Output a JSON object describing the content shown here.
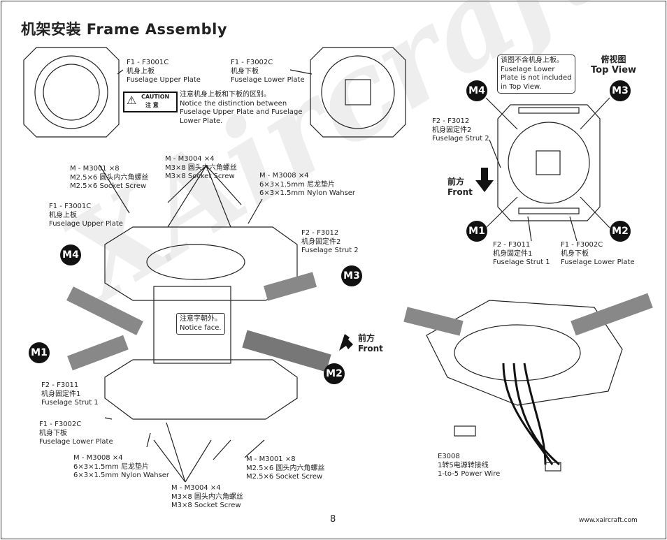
{
  "title": "机架安装  Frame Assembly",
  "watermark": "XAircraft",
  "top": {
    "upper_plate": [
      "F1 - F3001C",
      "机身上板",
      "Fuselage Upper Plate"
    ],
    "lower_plate": [
      "F1 - F3002C",
      "机身下板",
      "Fuselage Lower Plate"
    ],
    "caution_en": "CAUTION",
    "caution_cn": "注  意",
    "caution_text": [
      "注意机身上板和下板的区别。",
      "Notice the distinction between",
      "Fuselage Upper Plate and Fuselage",
      "Lower Plate."
    ]
  },
  "topview": {
    "note": [
      "该图不含机身上板。",
      "Fuselage Lower",
      "Plate is not included",
      "in Top View."
    ],
    "title_cn": "俯视图",
    "title_en": "Top View",
    "strut2": [
      "F2 - F3012",
      "机身固定件2",
      "Fuselage Strut 2"
    ],
    "strut1": [
      "F2 - F3011",
      "机身固定件1",
      "Fuselage Strut 1"
    ],
    "lower": [
      "F1 - F3002C",
      "机身下板",
      "Fuselage Lower Plate"
    ],
    "front_cn": "前方",
    "front_en": "Front"
  },
  "exploded": {
    "m3001_top": [
      "M - M3001  ×8",
      "M2.5×6 圆头内六角螺丝",
      "M2.5×6 Socket Screw"
    ],
    "m3004_top": [
      "M - M3004  ×4",
      "M3×8 圆头内六角螺丝",
      "M3×8 Socket Screw"
    ],
    "m3008_top": [
      "M - M3008  ×4",
      "6×3×1.5mm 尼龙垫片",
      "6×3×1.5mm Nylon Wahser"
    ],
    "upper": [
      "F1 - F3001C",
      "机身上板",
      "Fuselage Upper Plate"
    ],
    "strut2": [
      "F2 - F3012",
      "机身固定件2",
      "Fuselage Strut 2"
    ],
    "notice": [
      "注意字朝外。",
      "Notice face."
    ],
    "front_cn": "前方",
    "front_en": "Front",
    "strut1": [
      "F2 - F3011",
      "机身固定件1",
      "Fuselage Strut 1"
    ],
    "lower": [
      "F1 - F3002C",
      "机身下板",
      "Fuselage Lower Plate"
    ],
    "m3008_bot": [
      "M - M3008  ×4",
      "6×3×1.5mm 尼龙垫片",
      "6×3×1.5mm Nylon Wahser"
    ],
    "m3001_bot": [
      "M - M3001  ×8",
      "M2.5×6 圆头内六角螺丝",
      "M2.5×6 Socket Screw"
    ],
    "m3004_bot": [
      "M - M3004  ×4",
      "M3×8 圆头内六角螺丝",
      "M3×8 Socket Screw"
    ]
  },
  "markers": {
    "m1": "M1",
    "m2": "M2",
    "m3": "M3",
    "m4": "M4"
  },
  "wire": [
    "E3008",
    "1转5电源转接线",
    "1-to-5 Power Wire"
  ],
  "page_number": "8",
  "url": "www.xaircraft.com"
}
